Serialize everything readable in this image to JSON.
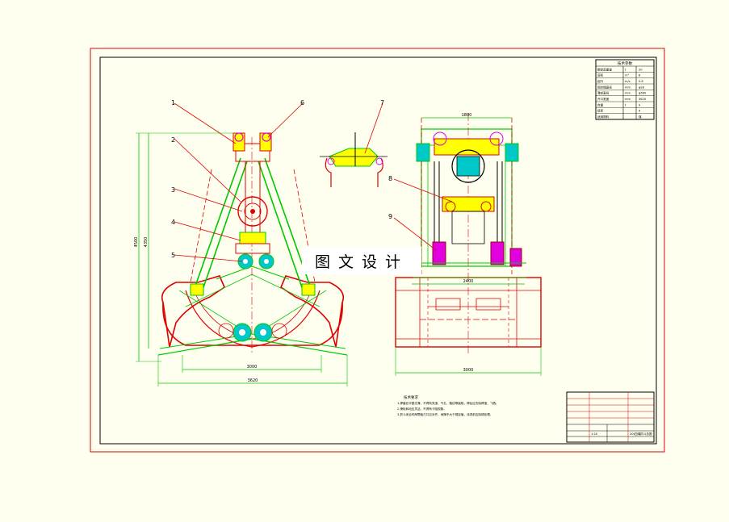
{
  "watermark": "图文设计",
  "callouts": [
    "1",
    "2",
    "3",
    "4",
    "5",
    "6",
    "7",
    "8",
    "9"
  ],
  "dimensions": {
    "front_height_outer": "4500",
    "front_height_inner": "4350",
    "front_width_inner": "3000",
    "front_width_outer": "3620",
    "side_width_top": "1800",
    "side_width_mid": "2400",
    "side_width_bottom": "3000"
  },
  "spec_table": {
    "title": "技术参数",
    "rows": [
      {
        "name": "额定起重量",
        "unit": "t",
        "value": "20"
      },
      {
        "name": "容积",
        "unit": "m³",
        "value": "8"
      },
      {
        "name": "起升",
        "unit": "m/s",
        "value": "0.8"
      },
      {
        "name": "钢丝绳直径",
        "unit": "mm",
        "value": "φ28"
      },
      {
        "name": "滑轮直径",
        "unit": "mm",
        "value": "φ560"
      },
      {
        "name": "开口宽度",
        "unit": "mm",
        "value": "3620"
      },
      {
        "name": "自重",
        "unit": "t",
        "value": "9"
      },
      {
        "name": "倍率",
        "unit": "",
        "value": "4"
      },
      {
        "name": "适用物料",
        "unit": "",
        "value": "煤"
      }
    ]
  },
  "tech_notes": {
    "title": "技术要求",
    "lines": [
      "1.焊缝应平整光滑，不得有夹渣、气孔、裂纹等缺陷，焊后应去除焊渣、飞溅。",
      "2.滑轮转动应灵活，不得有卡阻现象。",
      "3.抓斗闭合时两颚板刃口应对齐，间隙不大于规定值，涂漆前应除锈处理。"
    ]
  },
  "title_block": {
    "drawing_name": "20t四绳抓斗总图",
    "scale": "1:20"
  },
  "colors": {
    "frame": "#e00000",
    "border": "#000000",
    "green": "#00c800",
    "red": "#e00000",
    "yellow": "#ffff00",
    "cyan": "#00c8c8",
    "magenta": "#e000e0",
    "darkred": "#a00000"
  }
}
